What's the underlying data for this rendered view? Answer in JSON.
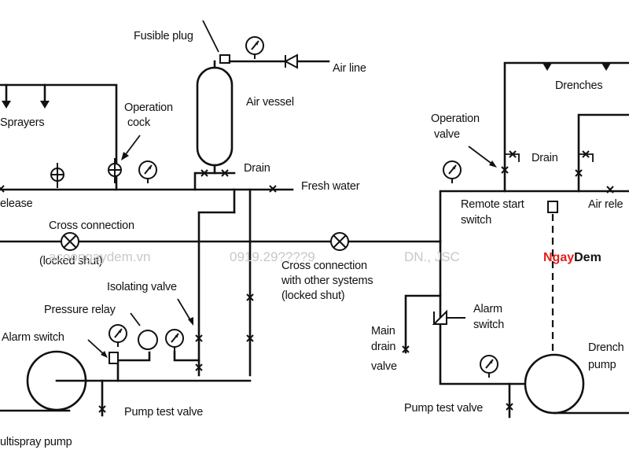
{
  "labels": {
    "fusible_plug": "Fusible plug",
    "air_line": "Air line",
    "air_vessel": "Air vessel",
    "sprayers": "Sprayers",
    "operation_cock_1": "Operation",
    "operation_cock_2": "cock",
    "drain_left": "Drain",
    "fresh_water": "Fresh water",
    "air_release_left": "elease",
    "cross_connection": "Cross connection",
    "locked_shut_left": "(locked shut)",
    "cross_connection_other_1": "Cross connection",
    "cross_connection_other_2": "with other systems",
    "cross_connection_other_3": "(locked shut)",
    "isolating_valve": "Isolating valve",
    "pressure_relay": "Pressure relay",
    "alarm_switch_left": "Alarm switch",
    "pump_test_valve_left": "Pump test valve",
    "multispray_pump": "ultispray pump",
    "drenches": "Drenches",
    "operation_valve_1": "Operation",
    "operation_valve_2": "valve",
    "drain_right": "Drain",
    "remote_start_1": "Remote start",
    "remote_start_2": "switch",
    "air_release_right": "Air rele",
    "alarm_switch_right_1": "Alarm",
    "alarm_switch_right_2": "switch",
    "main_drain_1": "Main",
    "main_drain_2": "drain",
    "main_drain_3": "valve",
    "drencher_pump_1": "Drench",
    "drencher_pump_2": "pump",
    "pump_test_valve_right": "Pump test valve"
  },
  "watermark": {
    "site": "acoongaydem.vn",
    "phone": "0919.29????9",
    "company": "DN., JSC"
  },
  "brand": {
    "part1": "Ngay",
    "part2": "Dem",
    "color1": "#e0201b",
    "color2": "#111111"
  },
  "colors": {
    "line": "#111111",
    "background": "#ffffff"
  },
  "icons": [
    "pressure-gauge-icon",
    "gate-valve-icon",
    "non-return-valve-icon",
    "cross-connection-valve-icon",
    "alarm-valve-icon",
    "sprayer-nozzle-icon",
    "pump-icon"
  ]
}
